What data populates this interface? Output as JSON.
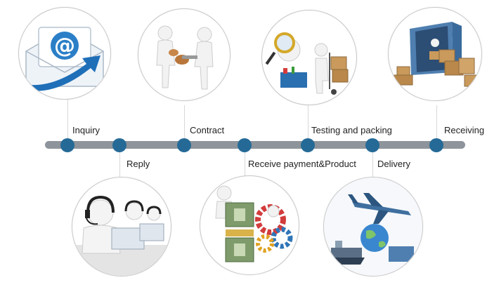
{
  "stages": [
    {
      "id": "inquiry",
      "label": "Inquiry",
      "icon": "email-at-envelope-icon"
    },
    {
      "id": "reply",
      "label": "Reply",
      "icon": "call-center-headset-icon"
    },
    {
      "id": "contract",
      "label": "Contract",
      "icon": "handshake-deal-icon"
    },
    {
      "id": "payment",
      "label": "Receive payment&Product",
      "icon": "money-gears-icon"
    },
    {
      "id": "testing",
      "label": "Testing and packing",
      "icon": "magnifier-boxes-icon"
    },
    {
      "id": "delivery",
      "label": "Delivery",
      "icon": "airplane-globe-ship-icon"
    },
    {
      "id": "receiving",
      "label": "Receiving",
      "icon": "container-boxes-icon"
    }
  ],
  "colors": {
    "track": "#8e949b",
    "node": "#256a97",
    "text": "#222222"
  }
}
